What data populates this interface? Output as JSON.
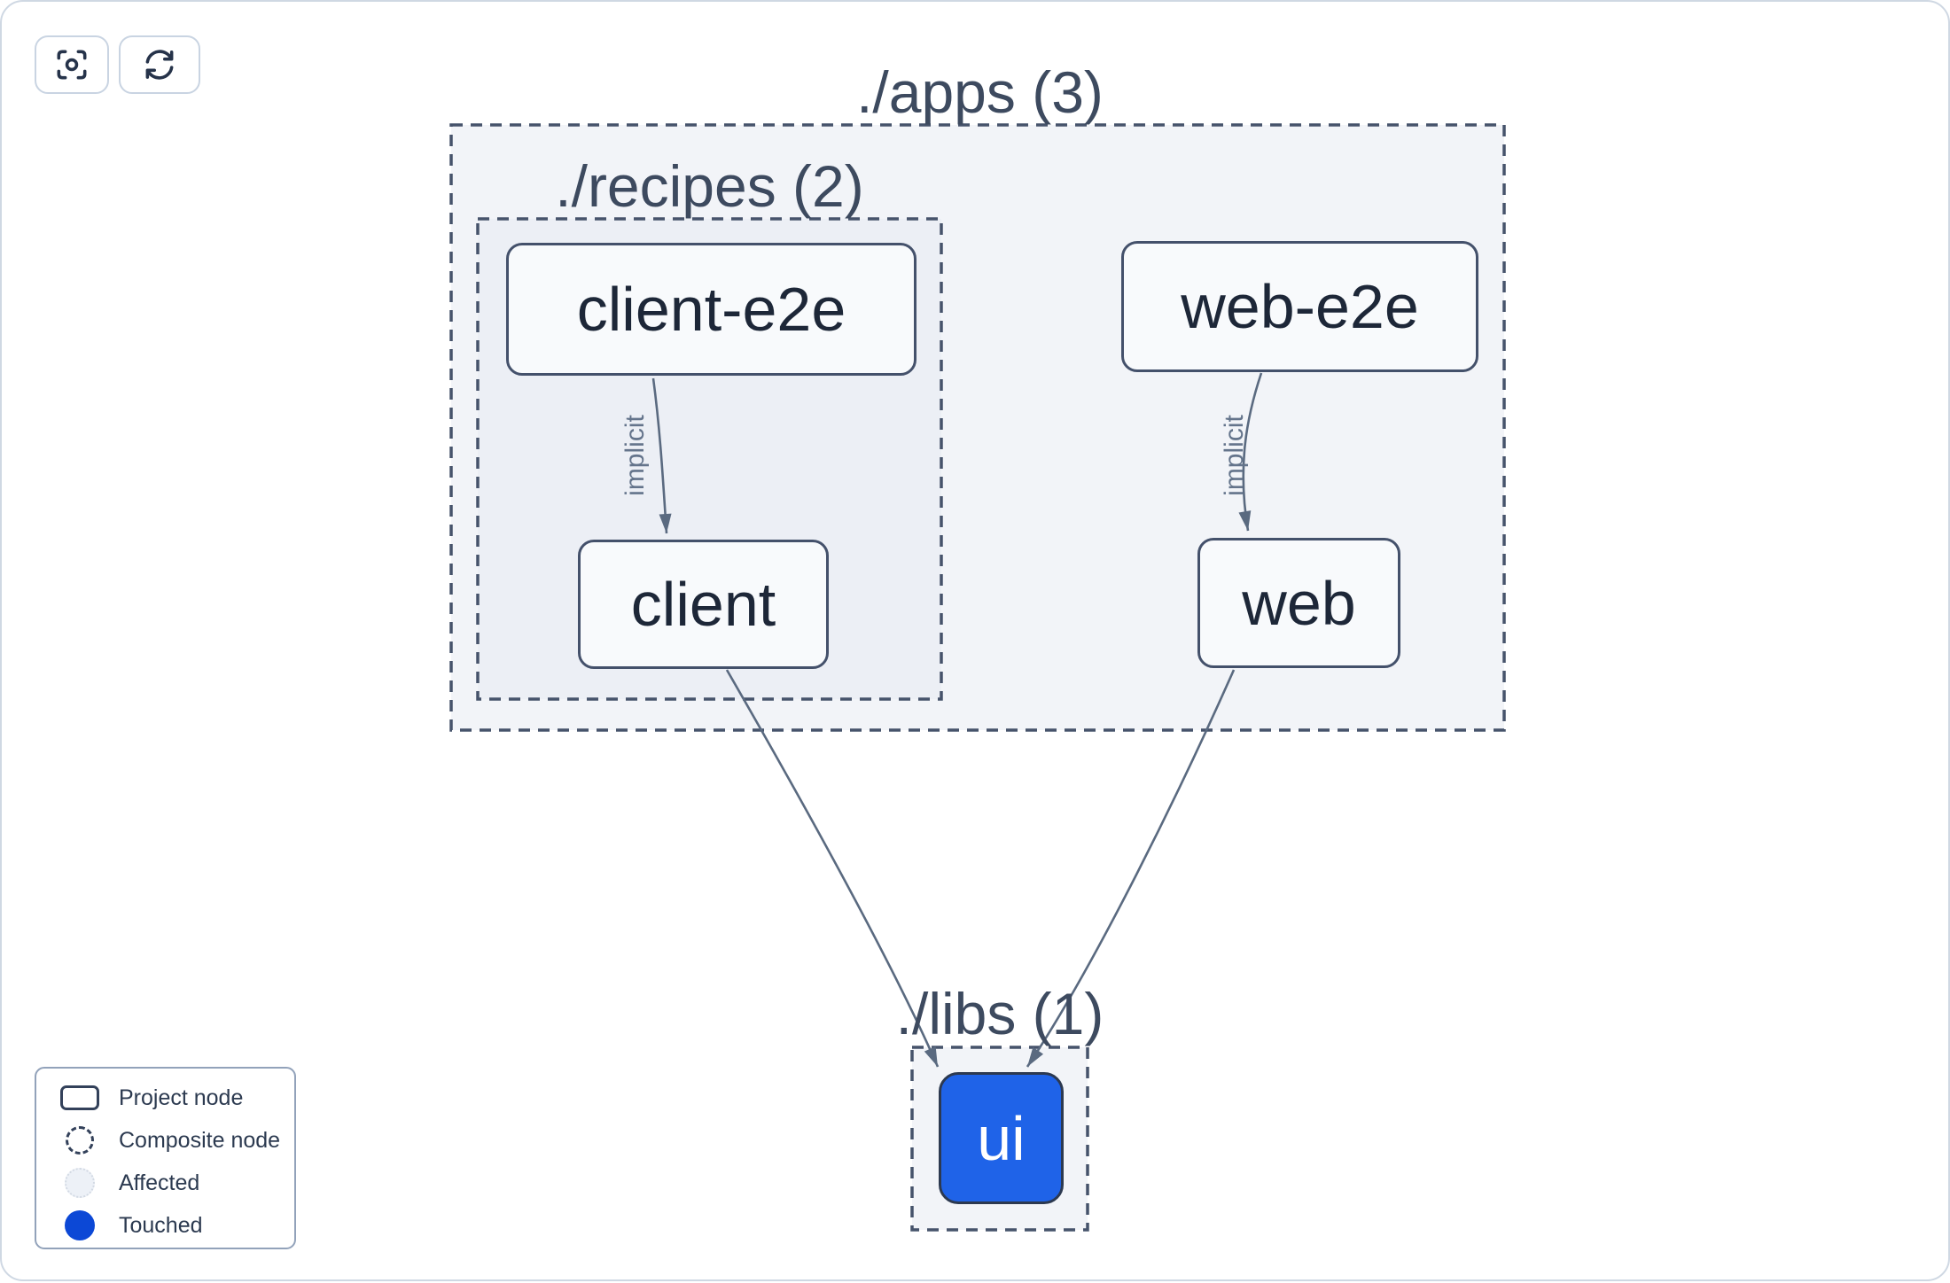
{
  "toolbar": {
    "center_button": {
      "icon": "focus-center-icon"
    },
    "refresh_button": {
      "icon": "refresh-icon"
    }
  },
  "graph": {
    "containers": [
      {
        "id": "apps",
        "label": "./apps (3)"
      },
      {
        "id": "recipes",
        "label": "./recipes (2)"
      },
      {
        "id": "libs",
        "label": "./libs (1)"
      }
    ],
    "nodes": [
      {
        "id": "client-e2e",
        "label": "client-e2e",
        "status": "normal"
      },
      {
        "id": "web-e2e",
        "label": "web-e2e",
        "status": "normal"
      },
      {
        "id": "client",
        "label": "client",
        "status": "normal"
      },
      {
        "id": "web",
        "label": "web",
        "status": "normal"
      },
      {
        "id": "ui",
        "label": "ui",
        "status": "touched"
      }
    ],
    "edges": [
      {
        "source": "client-e2e",
        "target": "client",
        "label": "implicit"
      },
      {
        "source": "web-e2e",
        "target": "web",
        "label": "implicit"
      },
      {
        "source": "client",
        "target": "ui",
        "label": ""
      },
      {
        "source": "web",
        "target": "ui",
        "label": ""
      }
    ]
  },
  "legend": {
    "items": [
      {
        "label": "Project node",
        "swatch": "project-node"
      },
      {
        "label": "Composite node",
        "swatch": "composite-node"
      },
      {
        "label": "Affected",
        "swatch": "affected"
      },
      {
        "label": "Touched",
        "swatch": "touched"
      }
    ]
  },
  "colors": {
    "touched_legend_blue": "#0c48d6",
    "touched_node_fill": "#1f63e8",
    "container_fill": "#e7ebf2",
    "container_border": "#46536b",
    "edge": "#5a6a80",
    "node_border": "#44516b",
    "node_fill": "#f8fafc",
    "title_text": "#3d4a5f"
  }
}
